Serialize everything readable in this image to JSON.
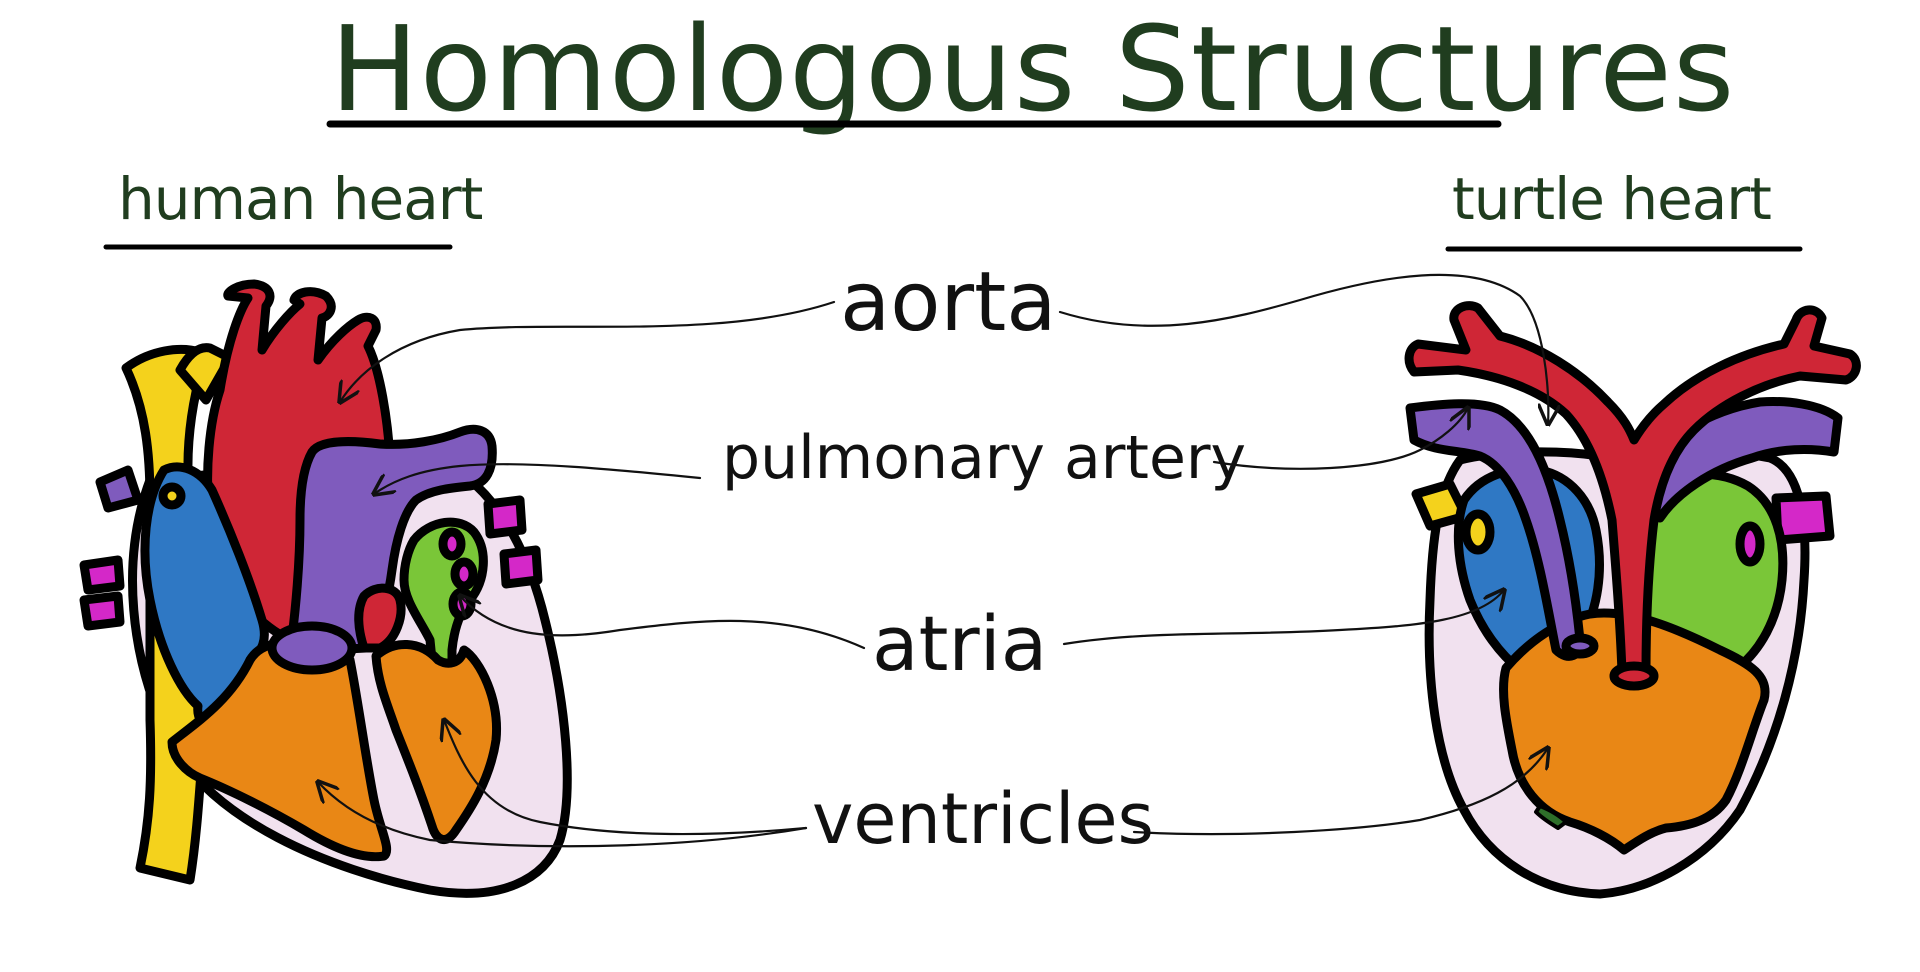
{
  "title": "Homologous Structures",
  "left_heart": {
    "label": "human heart"
  },
  "right_heart": {
    "label": "turtle heart"
  },
  "labels": {
    "aorta": "aorta",
    "pulmonary_artery": "pulmonary artery",
    "atria": "atria",
    "ventricles": "ventricles"
  },
  "colors": {
    "title_text": "#203d1f",
    "label_text": "#111111",
    "aorta": "#cf2636",
    "pulmonary_artery": "#7f5bbd",
    "right_atrium": "#2f78c4",
    "left_atrium": "#7ac638",
    "ventricles": "#e98715",
    "vena_cava": "#f4d21c",
    "pulmonary_veins": "#d428c8",
    "pericardium": "#f1e1ef",
    "outline": "#000000"
  }
}
